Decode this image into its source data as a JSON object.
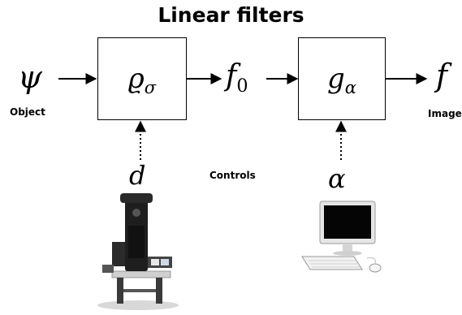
{
  "title": "Linear filters",
  "input_symbol": "ψ",
  "input_label": "Object",
  "filter1": {
    "base": "ϱ",
    "sub": "σ"
  },
  "intermediate": {
    "base": "f",
    "sub": "0"
  },
  "filter2": {
    "base": "g",
    "sub": "α"
  },
  "output_symbol": "f",
  "output_label": "Image",
  "control1_symbol": "d",
  "control2_symbol": "α",
  "controls_label": "Controls",
  "illustrations": [
    "microscope",
    "computer"
  ],
  "colors": {
    "line": "#000000",
    "background": "#ffffff"
  }
}
